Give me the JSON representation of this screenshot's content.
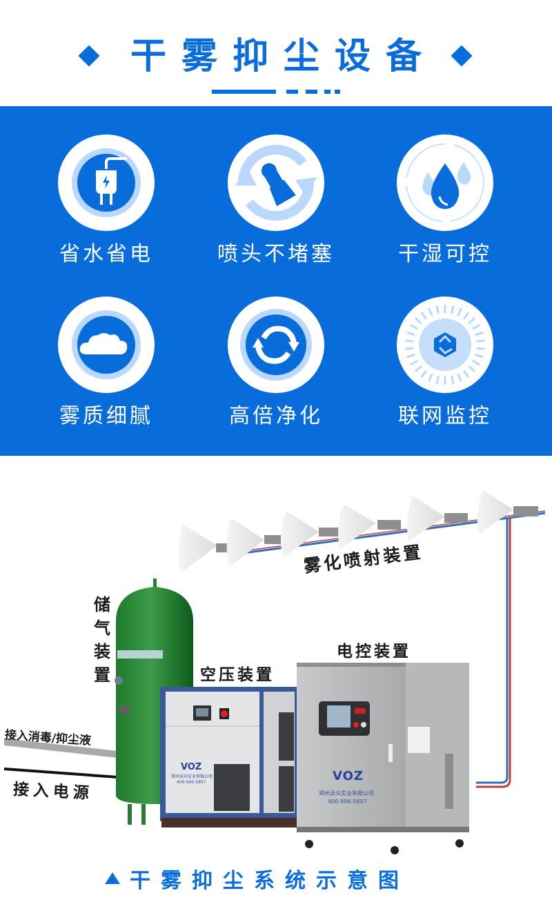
{
  "header": {
    "title": "干雾抑尘设备",
    "accent_color": "#0a6ddc"
  },
  "features": [
    {
      "label": "省水省电",
      "icon": "power-plug-icon"
    },
    {
      "label": "喷头不堵塞",
      "icon": "nozzle-cycle-icon"
    },
    {
      "label": "干湿可控",
      "icon": "water-drops-icon"
    },
    {
      "label": "雾质细腻",
      "icon": "cloud-icon"
    },
    {
      "label": "高倍净化",
      "icon": "refresh-arrows-icon"
    },
    {
      "label": "联网监控",
      "icon": "recycle-icon"
    }
  ],
  "panel_color": "#086ddb",
  "diagram": {
    "spray_label": "雾化喷射装置",
    "tank_label": [
      "储",
      "气",
      "装",
      "置"
    ],
    "compressor_label": "空压装置",
    "control_label": "电控装置",
    "liquid_inlet_label": "接入消毒/抑尘液",
    "power_inlet_label": "接入电源",
    "brand_logo": "VOZ",
    "company_name": "郑州沃众实业有限公司",
    "phone": "400-996-5897"
  },
  "caption": "干雾抑尘系统示意图"
}
